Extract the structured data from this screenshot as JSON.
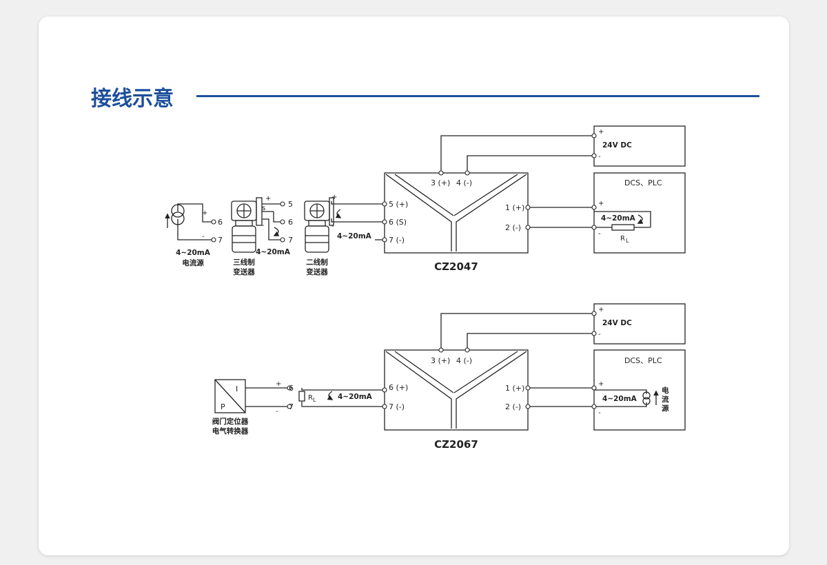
{
  "colors": {
    "accent": "#1c4f9c",
    "line": "#222222",
    "card": "#ffffff",
    "background": "#f0f0f0"
  },
  "section_title": "接线示意",
  "diagram_1": {
    "model": "CZ2047",
    "supply": {
      "label": "24V DC",
      "plus": "+",
      "minus": "-"
    },
    "top_terminals": [
      "3 (+)",
      "4 (-)"
    ],
    "input_terminals": [
      "5 (+)",
      "6 (S)",
      "7 (-)"
    ],
    "output_terminals": [
      "1 (+)",
      "2 (-)"
    ],
    "receiver": {
      "label": "DCS、PLC",
      "signal": "4~20mA",
      "resistor": "R",
      "resistor_sub": "L",
      "plus": "+",
      "minus": "-"
    },
    "current_source": {
      "terminals": [
        "6",
        "7"
      ],
      "plus": "+",
      "minus": "-",
      "signal": "4~20mA",
      "caption": "电流源"
    },
    "three_wire": {
      "terminals": [
        "5",
        "6",
        "7"
      ],
      "plus": "+",
      "s": "s",
      "minus": "-",
      "signal": "4~20mA",
      "caption_lines": [
        "三线制",
        "变送器"
      ]
    },
    "two_wire": {
      "plus": "+",
      "minus": "-",
      "signal": "4~20mA",
      "caption_lines": [
        "二线制",
        "变送器"
      ]
    }
  },
  "diagram_2": {
    "model": "CZ2067",
    "supply": {
      "label": "24V DC",
      "plus": "+",
      "minus": "-"
    },
    "top_terminals": [
      "3 (+)",
      "4 (-)"
    ],
    "input_terminals": [
      "6 (+)",
      "7 (-)"
    ],
    "output_terminals": [
      "1 (+)",
      "2 (-)"
    ],
    "receiver": {
      "label": "DCS、PLC",
      "signal": "4~20mA",
      "source_caption_chars": [
        "电",
        "流",
        "源"
      ],
      "plus": "+",
      "minus": "-"
    },
    "converter": {
      "i_label": "I",
      "p_label": "P",
      "terminals": [
        "6",
        "7"
      ],
      "plus": "+",
      "minus": "-",
      "caption_lines": [
        "阀门定位器",
        "电气转换器"
      ]
    },
    "load": {
      "resistor": "R",
      "resistor_sub": "L",
      "signal": "4~20mA"
    }
  }
}
